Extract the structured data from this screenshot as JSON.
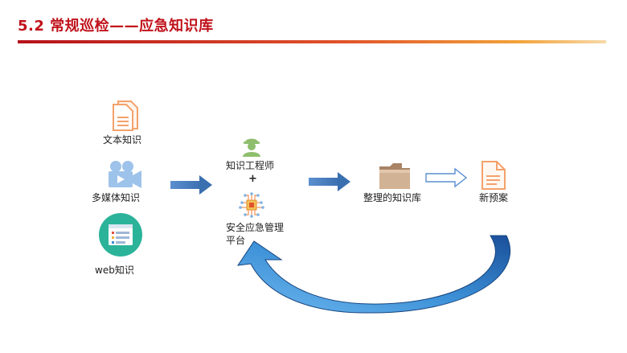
{
  "header": {
    "title": "5.2 常规巡检——应急知识库"
  },
  "sources": {
    "text": "文本知识",
    "multimedia": "多媒体知识",
    "web": "web知识"
  },
  "platform": {
    "engineer": "知识工程师",
    "plus": "+",
    "platform_line1": "安全应急管理",
    "platform_line2": "平台"
  },
  "outputs": {
    "library": "整理的知识库",
    "new_plan": "新预案"
  },
  "colors": {
    "title": "#c0121b",
    "arrow_blue": "#4f81bd",
    "doc_orange": "#f4a16b",
    "folder_tan": "#c8a98a",
    "engineer_green": "#8fbf6e",
    "web_teal": "#2bb39a"
  }
}
